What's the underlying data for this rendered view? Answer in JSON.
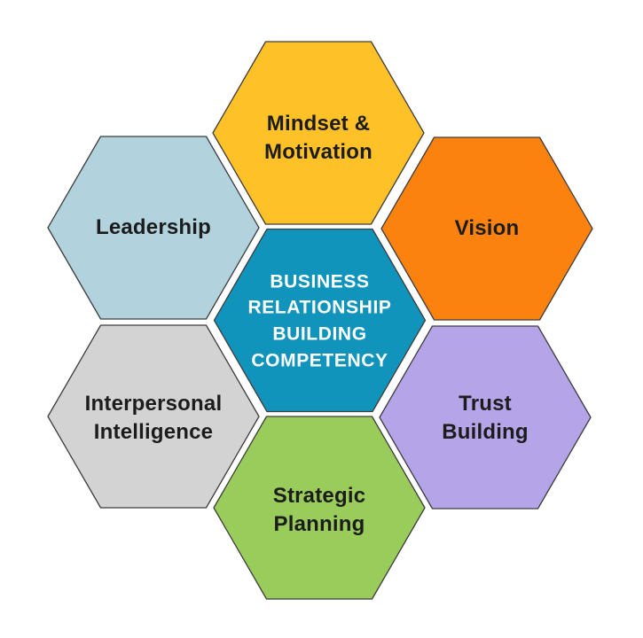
{
  "diagram": {
    "type": "hexagon-flower",
    "stroke_color": "#3d3d3d",
    "background_color": "#ffffff",
    "hexagons": {
      "center": {
        "label": "BUSINESS\nRELATIONSHIP\nBUILDING\nCOMPETENCY",
        "color": "#1194BC",
        "text_color": "#ffffff"
      },
      "mindset": {
        "label": "Mindset &\nMotivation",
        "color": "#FFC128",
        "text_color": "#1c1c1c"
      },
      "vision": {
        "label": "Vision",
        "color": "#FC8210",
        "text_color": "#1c1c1c"
      },
      "trust": {
        "label": "Trust\nBuilding",
        "color": "#B5A4E8",
        "text_color": "#1c1c1c"
      },
      "strategic": {
        "label": "Strategic\nPlanning",
        "color": "#99CC5A",
        "text_color": "#1c1c1c"
      },
      "interpersonal": {
        "label": "Interpersonal\nIntelligence",
        "color": "#D3D3D3",
        "text_color": "#1c1c1c"
      },
      "leadership": {
        "label": "Leadership",
        "color": "#B2D3DE",
        "text_color": "#1c1c1c"
      }
    }
  }
}
